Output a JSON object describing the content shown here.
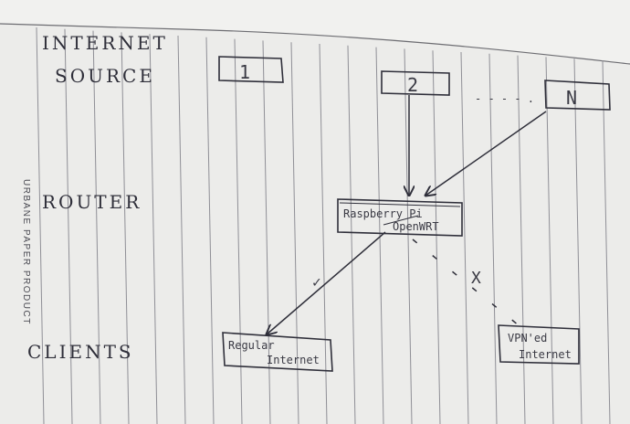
{
  "labels": {
    "internet": "INTERNET",
    "source": "SOURCE",
    "router": "ROUTER",
    "clients": "CLIENTS"
  },
  "brand": "URBANE PAPER PRODUCT",
  "sources": [
    "1",
    "2",
    "N"
  ],
  "ellipsis": "- - - - .",
  "router": {
    "line1": "Raspberry Pi",
    "line2": "OpenWRT"
  },
  "clients": {
    "regular_line1": "Regular",
    "regular_line2": "Internet",
    "vpn_line1": "VPN'ed",
    "vpn_line2": "Internet"
  },
  "marks": {
    "ok": "✓",
    "blocked": "X"
  },
  "colors": {
    "paper": "#ececea",
    "rule": "#8f8f96",
    "ink": "#2f2f3a"
  }
}
